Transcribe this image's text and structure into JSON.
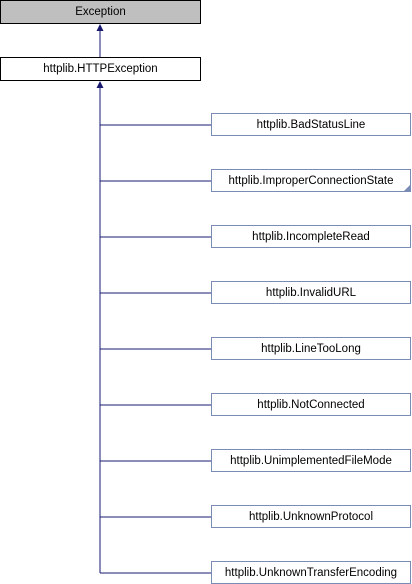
{
  "root": {
    "label": "Exception"
  },
  "parent": {
    "label": "httplib.HTTPException"
  },
  "children": [
    {
      "label": "httplib.BadStatusLine"
    },
    {
      "label": "httplib.ImproperConnectionState",
      "has_more": true
    },
    {
      "label": "httplib.IncompleteRead"
    },
    {
      "label": "httplib.InvalidURL"
    },
    {
      "label": "httplib.LineTooLong"
    },
    {
      "label": "httplib.NotConnected"
    },
    {
      "label": "httplib.UnimplementedFileMode"
    },
    {
      "label": "httplib.UnknownProtocol"
    },
    {
      "label": "httplib.UnknownTransferEncoding"
    }
  ],
  "colors": {
    "edge": "#191970",
    "root_fill": "#bfbfbf",
    "child_border": "#7a8bb5"
  }
}
